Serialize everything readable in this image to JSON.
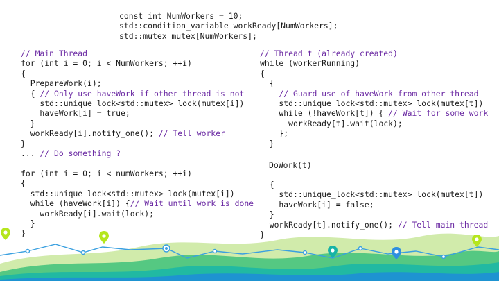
{
  "declarations": [
    "const int NumWorkers = 10;",
    "std::condition_variable workReady[NumWorkers];",
    "std::mutex mutex[NumWorkers];"
  ],
  "main_thread_comment": "// Main Thread",
  "main_thread_loop1": [
    "for (int i = 0; i < NumWorkers; ++i)",
    "{",
    "  PrepareWork(i);",
    "  { ",
    "    std::unique_lock<std::mutex> lock(mutex[i])",
    "    haveWork[i] = true;",
    "  }",
    "  workReady[i].notify_one(); "
  ],
  "main_comment_only_use": "// Only use haveWork if other thread is not",
  "main_comment_tell_worker": "// Tell worker",
  "main_thread_after_loop1": "}",
  "main_something_prefix": "... ",
  "main_something_comment": "// Do something ?",
  "main_thread_loop2": [
    "for (int i = 0; i < numWorkers; ++i)",
    "{",
    "  std::unique_lock<std::mutex> lock(mutex[i])",
    "  while (haveWork[i]) {",
    "    workReady[i].wait(lock);",
    "  }",
    "}"
  ],
  "main_comment_wait_until": "// Wait until work is done",
  "thread_t_comment": "// Thread t (already created)",
  "thread_t_part1": [
    "while (workerRunning)",
    "{",
    "  {",
    "    std::unique_lock<std::mutex> lock(mutex[t])",
    "    while (!haveWork[t]) { ",
    "      workReady[t].wait(lock);",
    "    };",
    "  }"
  ],
  "thread_comment_guard": "// Guard use of haveWork from other thread",
  "thread_comment_wait_for_work": "// Wait for some work",
  "thread_do_work": "DoWork(t)",
  "thread_t_part2": [
    "  {",
    "    std::unique_lock<std::mutex> lock(mutex[t])",
    "    haveWork[i] = false;",
    "  }",
    "  workReady[t].notify_one(); "
  ],
  "thread_comment_tell_main": "// Tell main thread",
  "thread_close": "}",
  "colors": {
    "comment": "#6b2aa3",
    "code": "#1a1a1a",
    "wave_light_green": "#b9e08a",
    "wave_green": "#3fc27a",
    "wave_teal": "#19b6a8",
    "wave_blue": "#1e8fd6",
    "marker_yellow_green": "#b5e61d",
    "marker_blue": "#2e8fe0",
    "marker_teal": "#17b3a6"
  },
  "decoration": {
    "markers": [
      "map-pin-icon",
      "map-pin-icon",
      "map-pin-icon",
      "map-pin-icon",
      "map-pin-icon"
    ]
  }
}
